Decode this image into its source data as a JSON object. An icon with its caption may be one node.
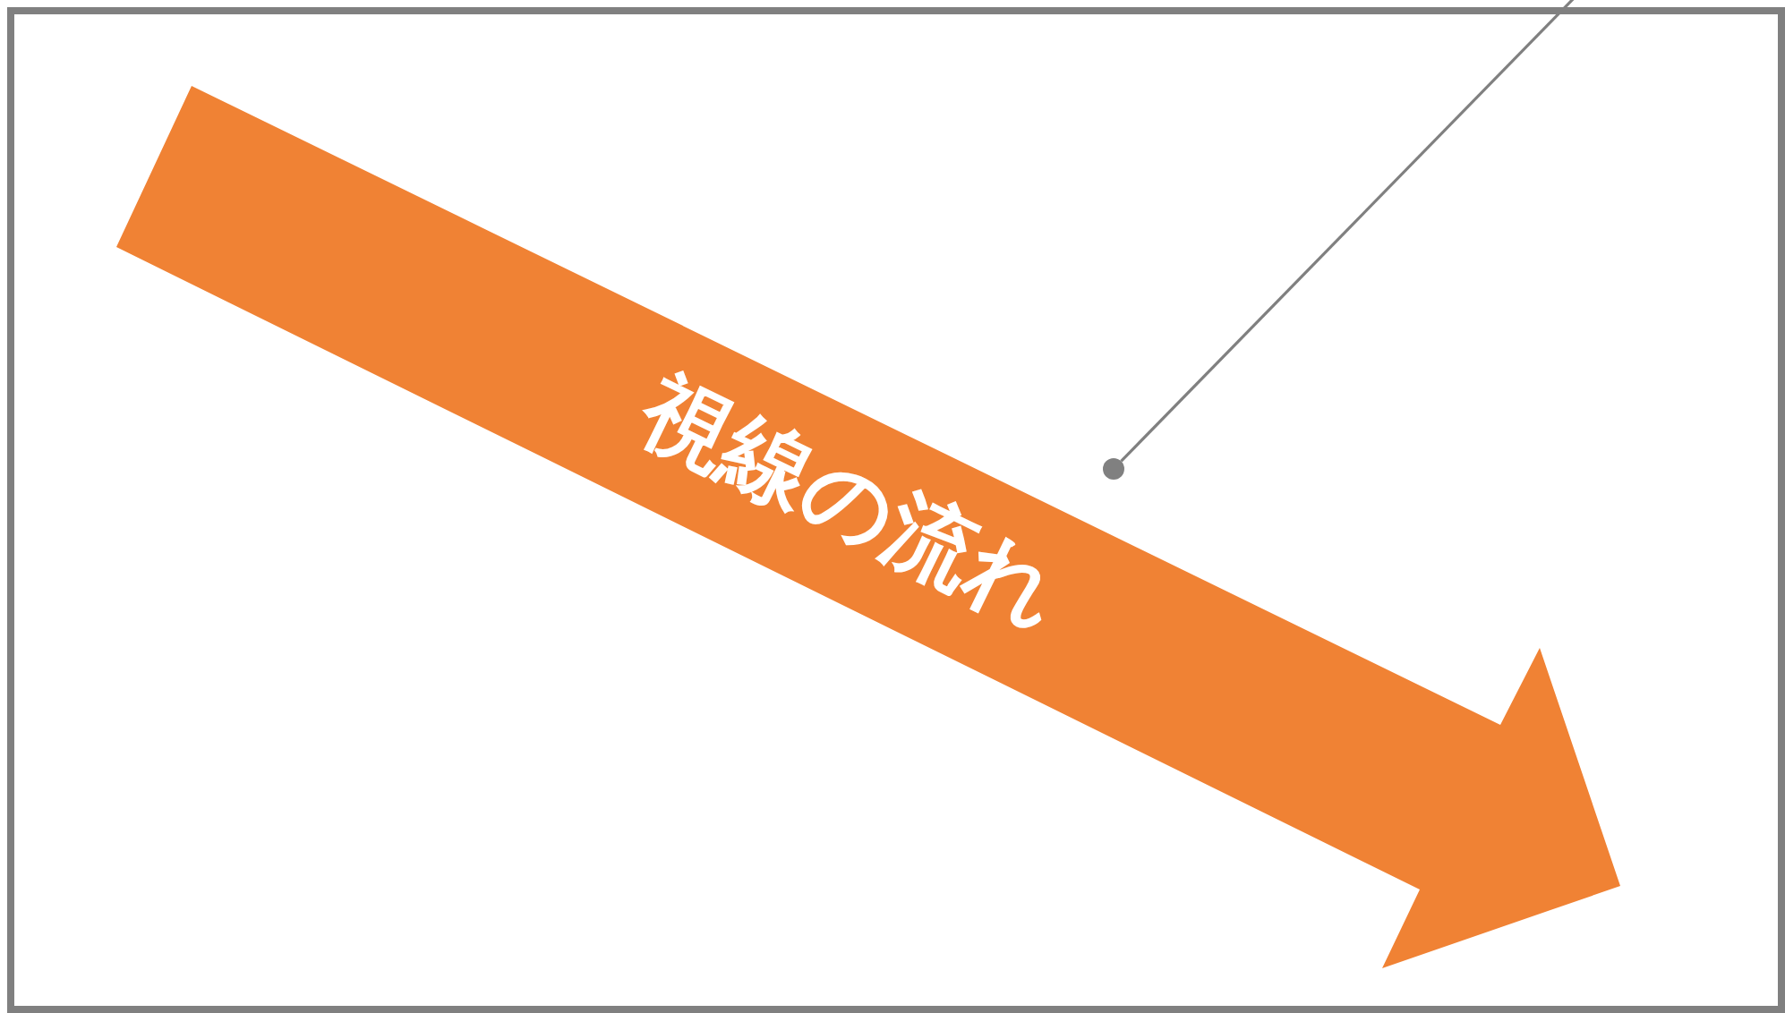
{
  "diagram": {
    "nodes": [
      {
        "text": [
          "視線の流れ"
        ]
      },
      {
        "text": [],
        "shape": "circle"
      }
    ],
    "edges": [
      {
        "from": null,
        "to": 1,
        "arrow": "none"
      }
    ]
  }
}
